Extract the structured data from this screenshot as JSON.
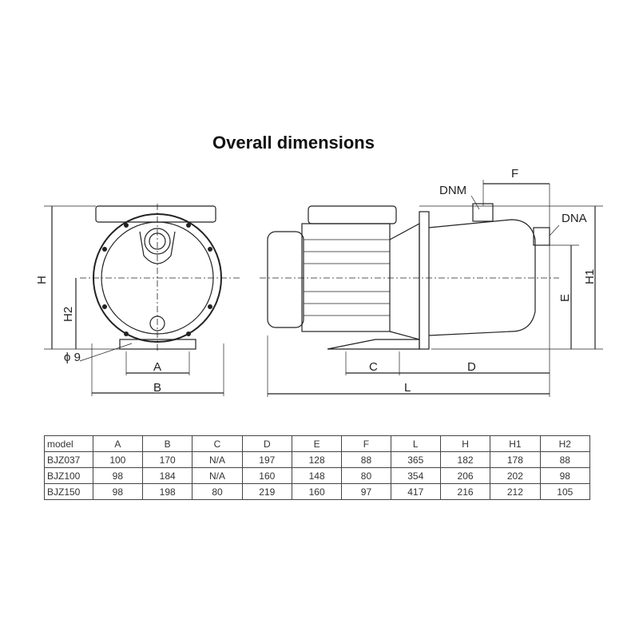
{
  "title": "Overall dimensions",
  "labels": {
    "H": "H",
    "H2": "H2",
    "phi9": "ϕ 9",
    "A": "A",
    "B": "B",
    "C": "C",
    "D": "D",
    "L": "L",
    "E": "E",
    "H1": "H1",
    "F": "F",
    "DNM": "DNM",
    "DNA": "DNA"
  },
  "table": {
    "headers": [
      "model",
      "A",
      "B",
      "C",
      "D",
      "E",
      "F",
      "L",
      "H",
      "H1",
      "H2"
    ],
    "rows": [
      [
        "BJZ037",
        "100",
        "170",
        "N/A",
        "197",
        "128",
        "88",
        "365",
        "182",
        "178",
        "88"
      ],
      [
        "BJZ100",
        "98",
        "184",
        "N/A",
        "160",
        "148",
        "80",
        "354",
        "206",
        "202",
        "98"
      ],
      [
        "BJZ150",
        "98",
        "198",
        "80",
        "219",
        "160",
        "97",
        "417",
        "216",
        "212",
        "105"
      ]
    ]
  }
}
